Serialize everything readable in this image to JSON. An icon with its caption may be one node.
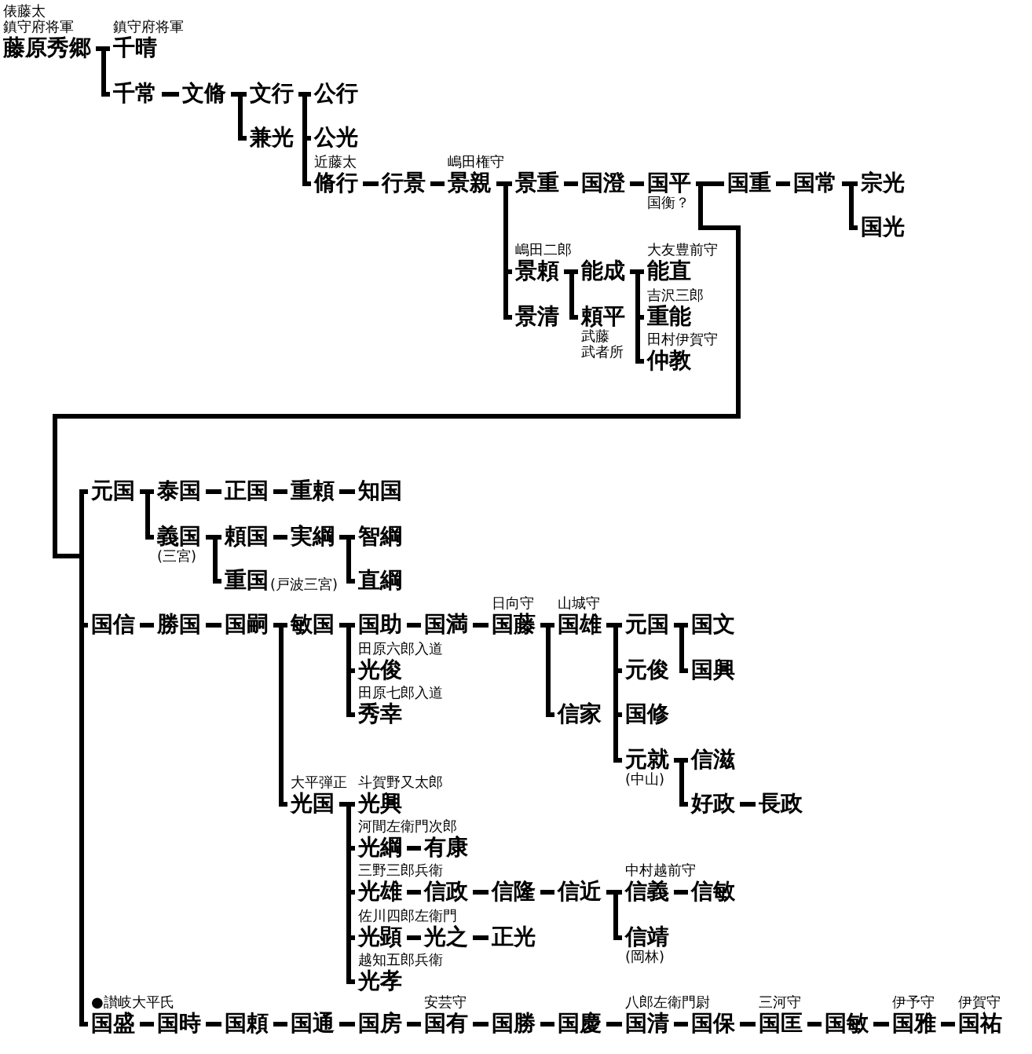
{
  "diagram": {
    "nodes": [
      {
        "text": [
          "藤原秀郷"
        ],
        "beside": [
          "俵藤太",
          "鎮守府将軍"
        ]
      },
      {
        "text": [
          "千晴"
        ],
        "beside": [
          "鎮守府将軍"
        ]
      },
      {
        "text": [
          "千常"
        ]
      },
      {
        "text": [
          "文脩"
        ]
      },
      {
        "text": [
          "文行"
        ]
      },
      {
        "text": [
          "兼光"
        ]
      },
      {
        "text": [
          "公行"
        ]
      },
      {
        "text": [
          "公光"
        ]
      },
      {
        "text": [
          "脩行"
        ],
        "beside": [
          "近藤太"
        ]
      },
      {
        "text": [
          "行景"
        ]
      },
      {
        "text": [
          "景親"
        ],
        "beside": [
          "嶋田権守"
        ]
      },
      {
        "text": [
          "景重"
        ]
      },
      {
        "text": [
          "国澄"
        ]
      },
      {
        "text": [
          "国平"
        ],
        "beside": [
          "国衡？"
        ]
      },
      {
        "text": [
          "国重"
        ]
      },
      {
        "text": [
          "国常"
        ]
      },
      {
        "text": [
          "宗光"
        ]
      },
      {
        "text": [
          "国光"
        ]
      },
      {
        "text": [
          "景頼"
        ],
        "beside": [
          "嶋田二郎"
        ]
      },
      {
        "text": [
          "景清"
        ]
      },
      {
        "text": [
          "能成"
        ]
      },
      {
        "text": [
          "頼平"
        ],
        "beside": [
          "武藤",
          "武者所"
        ]
      },
      {
        "text": [
          "能直"
        ],
        "beside": [
          "大友豊前守"
        ]
      },
      {
        "text": [
          "重能"
        ],
        "beside": [
          "吉沢三郎"
        ]
      },
      {
        "text": [
          "仲教"
        ],
        "beside": [
          "田村伊賀守"
        ]
      },
      {
        "text": [
          "元国"
        ]
      },
      {
        "text": [
          "泰国"
        ]
      },
      {
        "text": [
          "正国"
        ]
      },
      {
        "text": [
          "重頼"
        ]
      },
      {
        "text": [
          "知国"
        ]
      },
      {
        "text": [
          "義国"
        ],
        "beside": [
          "(三宮)"
        ]
      },
      {
        "text": [
          "頼国"
        ]
      },
      {
        "text": [
          "実綱"
        ]
      },
      {
        "text": [
          "智綱"
        ]
      },
      {
        "text": [
          "直綱"
        ]
      },
      {
        "text": [
          "重国"
        ],
        "beside": [
          "(戸波三宮)"
        ]
      },
      {
        "text": [
          "国信"
        ]
      },
      {
        "text": [
          "勝国"
        ]
      },
      {
        "text": [
          "国嗣"
        ]
      },
      {
        "text": [
          "敏国"
        ]
      },
      {
        "text": [
          "国助"
        ]
      },
      {
        "text": [
          "国満"
        ]
      },
      {
        "text": [
          "国藤"
        ],
        "beside": [
          "日向守"
        ]
      },
      {
        "text": [
          "国雄"
        ],
        "beside": [
          "山城守"
        ]
      },
      {
        "text": [
          "信家"
        ]
      },
      {
        "text": [
          "元国"
        ]
      },
      {
        "text": [
          "元俊"
        ]
      },
      {
        "text": [
          "国修"
        ]
      },
      {
        "text": [
          "元就"
        ],
        "beside": [
          "(中山)"
        ]
      },
      {
        "text": [
          "国文"
        ]
      },
      {
        "text": [
          "国興"
        ]
      },
      {
        "text": [
          "信滋"
        ]
      },
      {
        "text": [
          "好政"
        ]
      },
      {
        "text": [
          "長政"
        ]
      },
      {
        "text": [
          "光俊"
        ],
        "beside": [
          "田原六郎入道"
        ]
      },
      {
        "text": [
          "秀幸"
        ],
        "beside": [
          "田原七郎入道"
        ]
      },
      {
        "text": [
          "光国"
        ],
        "beside": [
          "大平弾正"
        ]
      },
      {
        "text": [
          "光興"
        ],
        "beside": [
          "斗賀野又太郎"
        ]
      },
      {
        "text": [
          "光綱"
        ],
        "beside": [
          "河間左衛門次郎"
        ]
      },
      {
        "text": [
          "有康"
        ]
      },
      {
        "text": [
          "光雄"
        ],
        "beside": [
          "三野三郎兵衛"
        ]
      },
      {
        "text": [
          "信政"
        ]
      },
      {
        "text": [
          "信隆"
        ]
      },
      {
        "text": [
          "信近"
        ]
      },
      {
        "text": [
          "信義"
        ],
        "beside": [
          "中村越前守"
        ]
      },
      {
        "text": [
          "信敏"
        ]
      },
      {
        "text": [
          "信靖"
        ],
        "beside": [
          "(岡林)"
        ]
      },
      {
        "text": [
          "光顕"
        ],
        "beside": [
          "佐川四郎左衛門"
        ]
      },
      {
        "text": [
          "光之"
        ]
      },
      {
        "text": [
          "正光"
        ]
      },
      {
        "text": [
          "光孝"
        ],
        "beside": [
          "越知五郎兵衛"
        ]
      },
      {
        "text": [
          "国盛"
        ],
        "beside": [
          "●讃岐大平氏"
        ]
      },
      {
        "text": [
          "国時"
        ]
      },
      {
        "text": [
          "国頼"
        ]
      },
      {
        "text": [
          "国通"
        ]
      },
      {
        "text": [
          "国房"
        ]
      },
      {
        "text": [
          "国有"
        ],
        "beside": [
          "安芸守"
        ]
      },
      {
        "text": [
          "国勝"
        ]
      },
      {
        "text": [
          "国慶"
        ]
      },
      {
        "text": [
          "国清"
        ],
        "beside": [
          "八郎左衛門尉"
        ]
      },
      {
        "text": [
          "国保"
        ]
      },
      {
        "text": [
          "国匡"
        ],
        "beside": [
          "三河守"
        ]
      },
      {
        "text": [
          "国敏"
        ]
      },
      {
        "text": [
          "国雅"
        ],
        "beside": [
          "伊予守"
        ]
      },
      {
        "text": [
          "国祐"
        ],
        "beside": [
          "伊賀守"
        ]
      }
    ],
    "edges": [
      {
        "from": 0,
        "to": 1,
        "arrow": "none"
      },
      {
        "from": 0,
        "to": 2,
        "arrow": "none"
      },
      {
        "from": 2,
        "to": 3,
        "arrow": "none"
      },
      {
        "from": 3,
        "to": 4,
        "arrow": "none"
      },
      {
        "from": 3,
        "to": 5,
        "arrow": "none"
      },
      {
        "from": 4,
        "to": 6,
        "arrow": "none"
      },
      {
        "from": 4,
        "to": 7,
        "arrow": "none"
      },
      {
        "from": 4,
        "to": 8,
        "arrow": "none"
      },
      {
        "from": 8,
        "to": 9,
        "arrow": "none"
      },
      {
        "from": 9,
        "to": 10,
        "arrow": "none"
      },
      {
        "from": 10,
        "to": 11,
        "arrow": "none"
      },
      {
        "from": 10,
        "to": 18,
        "arrow": "none"
      },
      {
        "from": 10,
        "to": 19,
        "arrow": "none"
      },
      {
        "from": 11,
        "to": 12,
        "arrow": "none"
      },
      {
        "from": 12,
        "to": 13,
        "arrow": "none"
      },
      {
        "from": 13,
        "to": 14,
        "arrow": "none"
      },
      {
        "from": 14,
        "to": 15,
        "arrow": "none"
      },
      {
        "from": 15,
        "to": 16,
        "arrow": "none"
      },
      {
        "from": 15,
        "to": 17,
        "arrow": "none"
      },
      {
        "from": 18,
        "to": 20,
        "arrow": "none"
      },
      {
        "from": 18,
        "to": 21,
        "arrow": "none"
      },
      {
        "from": 20,
        "to": 22,
        "arrow": "none"
      },
      {
        "from": 20,
        "to": 23,
        "arrow": "none"
      },
      {
        "from": 20,
        "to": 24,
        "arrow": "none"
      },
      {
        "from": 13,
        "to": 25,
        "arrow": "none"
      },
      {
        "from": 13,
        "to": 36,
        "arrow": "none"
      },
      {
        "from": 13,
        "to": 71,
        "arrow": "none"
      },
      {
        "from": 25,
        "to": 26,
        "arrow": "none"
      },
      {
        "from": 26,
        "to": 27,
        "arrow": "none"
      },
      {
        "from": 27,
        "to": 28,
        "arrow": "none"
      },
      {
        "from": 28,
        "to": 29,
        "arrow": "none"
      },
      {
        "from": 25,
        "to": 30,
        "arrow": "none"
      },
      {
        "from": 30,
        "to": 31,
        "arrow": "none"
      },
      {
        "from": 31,
        "to": 32,
        "arrow": "none"
      },
      {
        "from": 32,
        "to": 33,
        "arrow": "none"
      },
      {
        "from": 32,
        "to": 34,
        "arrow": "none"
      },
      {
        "from": 30,
        "to": 35,
        "arrow": "none"
      },
      {
        "from": 36,
        "to": 37,
        "arrow": "none"
      },
      {
        "from": 37,
        "to": 38,
        "arrow": "none"
      },
      {
        "from": 38,
        "to": 39,
        "arrow": "none"
      },
      {
        "from": 38,
        "to": 56,
        "arrow": "none"
      },
      {
        "from": 39,
        "to": 40,
        "arrow": "none"
      },
      {
        "from": 39,
        "to": 54,
        "arrow": "none"
      },
      {
        "from": 39,
        "to": 55,
        "arrow": "none"
      },
      {
        "from": 40,
        "to": 41,
        "arrow": "none"
      },
      {
        "from": 41,
        "to": 42,
        "arrow": "none"
      },
      {
        "from": 42,
        "to": 43,
        "arrow": "none"
      },
      {
        "from": 42,
        "to": 44,
        "arrow": "none"
      },
      {
        "from": 43,
        "to": 45,
        "arrow": "none"
      },
      {
        "from": 43,
        "to": 46,
        "arrow": "none"
      },
      {
        "from": 43,
        "to": 47,
        "arrow": "none"
      },
      {
        "from": 43,
        "to": 48,
        "arrow": "none"
      },
      {
        "from": 45,
        "to": 49,
        "arrow": "none"
      },
      {
        "from": 45,
        "to": 50,
        "arrow": "none"
      },
      {
        "from": 48,
        "to": 51,
        "arrow": "none"
      },
      {
        "from": 48,
        "to": 52,
        "arrow": "none"
      },
      {
        "from": 52,
        "to": 53,
        "arrow": "none"
      },
      {
        "from": 56,
        "to": 57,
        "arrow": "none"
      },
      {
        "from": 56,
        "to": 58,
        "arrow": "none"
      },
      {
        "from": 56,
        "to": 60,
        "arrow": "none"
      },
      {
        "from": 56,
        "to": 67,
        "arrow": "none"
      },
      {
        "from": 56,
        "to": 70,
        "arrow": "none"
      },
      {
        "from": 58,
        "to": 59,
        "arrow": "none"
      },
      {
        "from": 60,
        "to": 61,
        "arrow": "none"
      },
      {
        "from": 61,
        "to": 62,
        "arrow": "none"
      },
      {
        "from": 62,
        "to": 63,
        "arrow": "none"
      },
      {
        "from": 63,
        "to": 64,
        "arrow": "none"
      },
      {
        "from": 63,
        "to": 66,
        "arrow": "none"
      },
      {
        "from": 64,
        "to": 65,
        "arrow": "none"
      },
      {
        "from": 67,
        "to": 68,
        "arrow": "none"
      },
      {
        "from": 68,
        "to": 69,
        "arrow": "none"
      },
      {
        "from": 71,
        "to": 72,
        "arrow": "none"
      },
      {
        "from": 72,
        "to": 73,
        "arrow": "none"
      },
      {
        "from": 73,
        "to": 74,
        "arrow": "none"
      },
      {
        "from": 74,
        "to": 75,
        "arrow": "none"
      },
      {
        "from": 75,
        "to": 76,
        "arrow": "none"
      },
      {
        "from": 76,
        "to": 77,
        "arrow": "none"
      },
      {
        "from": 77,
        "to": 78,
        "arrow": "none"
      },
      {
        "from": 78,
        "to": 79,
        "arrow": "none"
      },
      {
        "from": 79,
        "to": 80,
        "arrow": "none"
      },
      {
        "from": 80,
        "to": 81,
        "arrow": "none"
      },
      {
        "from": 81,
        "to": 82,
        "arrow": "none"
      },
      {
        "from": 82,
        "to": 83,
        "arrow": "none"
      },
      {
        "from": 83,
        "to": 84,
        "arrow": "none"
      }
    ]
  }
}
